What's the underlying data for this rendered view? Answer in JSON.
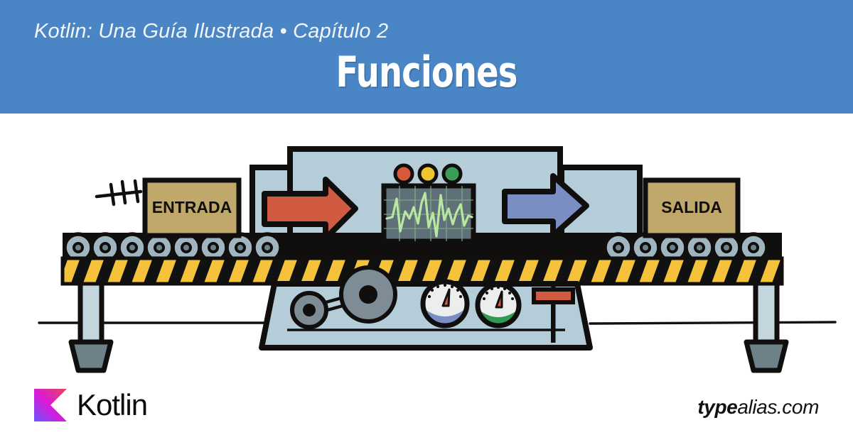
{
  "header": {
    "subtitle": "Kotlin: Una Guía Ilustrada • Capítulo 2",
    "title": "Funciones",
    "background_color": "#4a85c5",
    "subtitle_color": "#f2f6fb",
    "title_color": "#ffffff"
  },
  "illustration": {
    "name": "function-machine-illustration",
    "input_box_label": "ENTRADA",
    "output_box_label": "SALIDA",
    "box_color": "#c0a86b",
    "machine_body_color": "#b4cdd8",
    "machine_outline_color": "#100f0d",
    "conveyor_roller_color": "#9fb5bf",
    "hazard_stripe_colors": {
      "base": "#111111",
      "stripe": "#f5c33b"
    },
    "input_arrow_color": "#d15b40",
    "output_arrow_color": "#7a8ec4",
    "screen_background_color": "#5f7078",
    "screen_grid_color": "#7fae85",
    "screen_wave_color": "#b9e6a0",
    "indicator_lights": [
      {
        "name": "red-light",
        "color": "#d9593d"
      },
      {
        "name": "yellow-light",
        "color": "#f0c431"
      },
      {
        "name": "green-light",
        "color": "#3c9e56"
      }
    ],
    "gauges": [
      {
        "name": "gauge-left",
        "dial_color": "#7a8ec4",
        "face_color": "#eceded",
        "needle_color": "#d9593d"
      },
      {
        "name": "gauge-right",
        "dial_color": "#2f9a54",
        "face_color": "#eceded",
        "needle_color": "#d9593d"
      }
    ],
    "lever_color": "#d15b40",
    "gear_color": "#7e8d95",
    "leg_color": "#c3d6de",
    "foot_color": "#6e8189",
    "ground_line_color": "#111111"
  },
  "footer": {
    "kotlin_logo_name": "kotlin-logo",
    "kotlin_wordmark": "Kotlin",
    "kotlin_gradient": {
      "start": "#6b57ff",
      "middle": "#d91ad9",
      "end": "#e8445a"
    },
    "typealias_bold": "type",
    "typealias_light": "alias.com"
  }
}
